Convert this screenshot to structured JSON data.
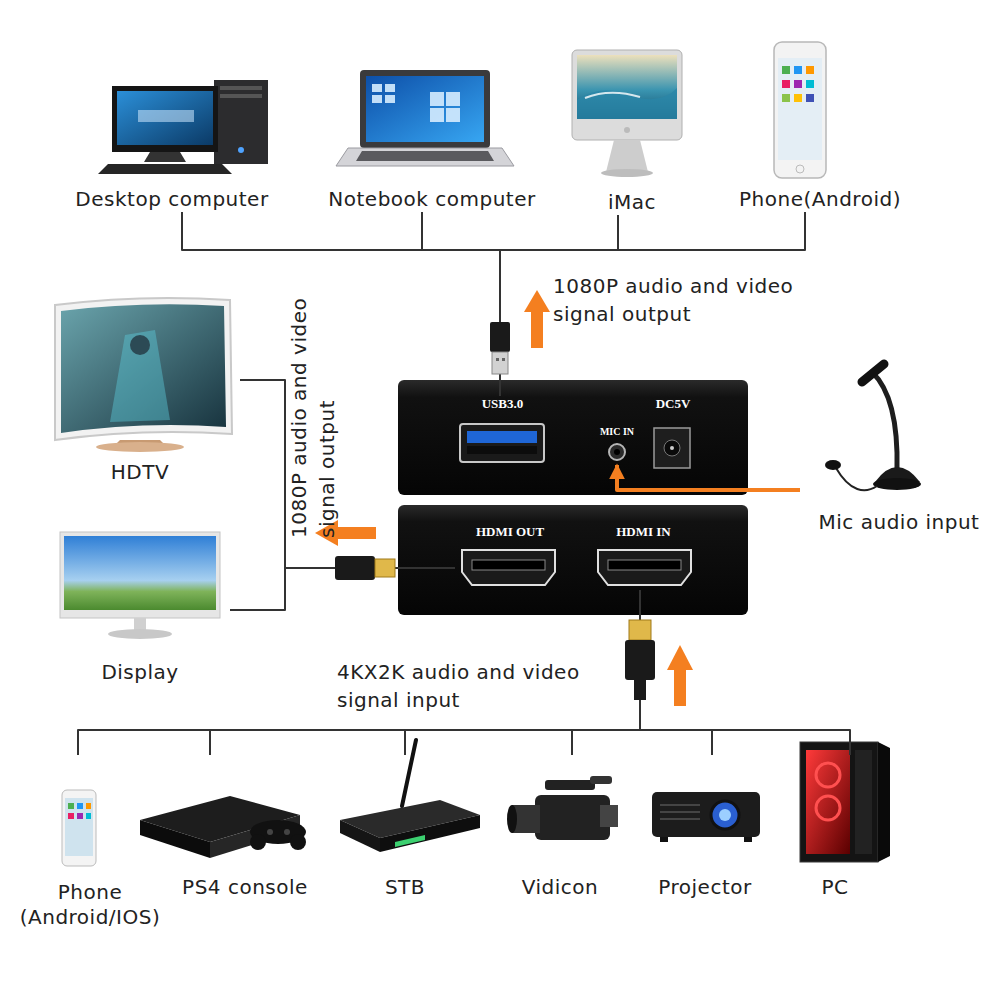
{
  "diagram": {
    "nodes": [
      {
        "text": [
          "Desktop computer"
        ]
      },
      {
        "text": [
          "Notebook computer"
        ]
      },
      {
        "text": [
          "iMac"
        ]
      },
      {
        "text": [
          "Phone(Android)"
        ]
      },
      {
        "text": [
          "HDTV"
        ]
      },
      {
        "text": [
          "USB3.0"
        ]
      },
      {
        "text": [
          "MIC IN"
        ]
      },
      {
        "text": [
          "DC5V"
        ]
      },
      {
        "text": [
          "Mic audio input"
        ]
      },
      {
        "text": [
          "HDMI OUT"
        ]
      },
      {
        "text": [
          "HDMI IN"
        ]
      },
      {
        "text": [
          "Display"
        ]
      },
      {
        "text": [
          "Phone (Android/IOS)"
        ]
      },
      {
        "text": [
          "PS4 console"
        ]
      },
      {
        "text": [
          "STB"
        ]
      },
      {
        "text": [
          "Vidicon"
        ]
      },
      {
        "text": [
          "Projector"
        ]
      },
      {
        "text": [
          "PC"
        ]
      }
    ],
    "edges": [
      {
        "from": 5,
        "to": 0,
        "arrow": "none"
      },
      {
        "from": 5,
        "to": 1,
        "arrow": "none"
      },
      {
        "from": 5,
        "to": 2,
        "arrow": "none"
      },
      {
        "from": 5,
        "to": 3,
        "arrow": "none"
      },
      {
        "from": 9,
        "to": 4,
        "arrow": "none"
      },
      {
        "from": 9,
        "to": 11,
        "arrow": "none"
      },
      {
        "from": 8,
        "to": 6,
        "arrow": "to"
      },
      {
        "from": 12,
        "to": 10,
        "arrow": "none"
      },
      {
        "from": 13,
        "to": 10,
        "arrow": "none"
      },
      {
        "from": 14,
        "to": 10,
        "arrow": "none"
      },
      {
        "from": 15,
        "to": 10,
        "arrow": "none"
      },
      {
        "from": 16,
        "to": 10,
        "arrow": "none"
      },
      {
        "from": 17,
        "to": 10,
        "arrow": "none"
      }
    ],
    "labels": [
      "1080P audio and video signal output",
      "1080P audio and video signal output",
      "4KX2K audio and video signal input"
    ]
  }
}
